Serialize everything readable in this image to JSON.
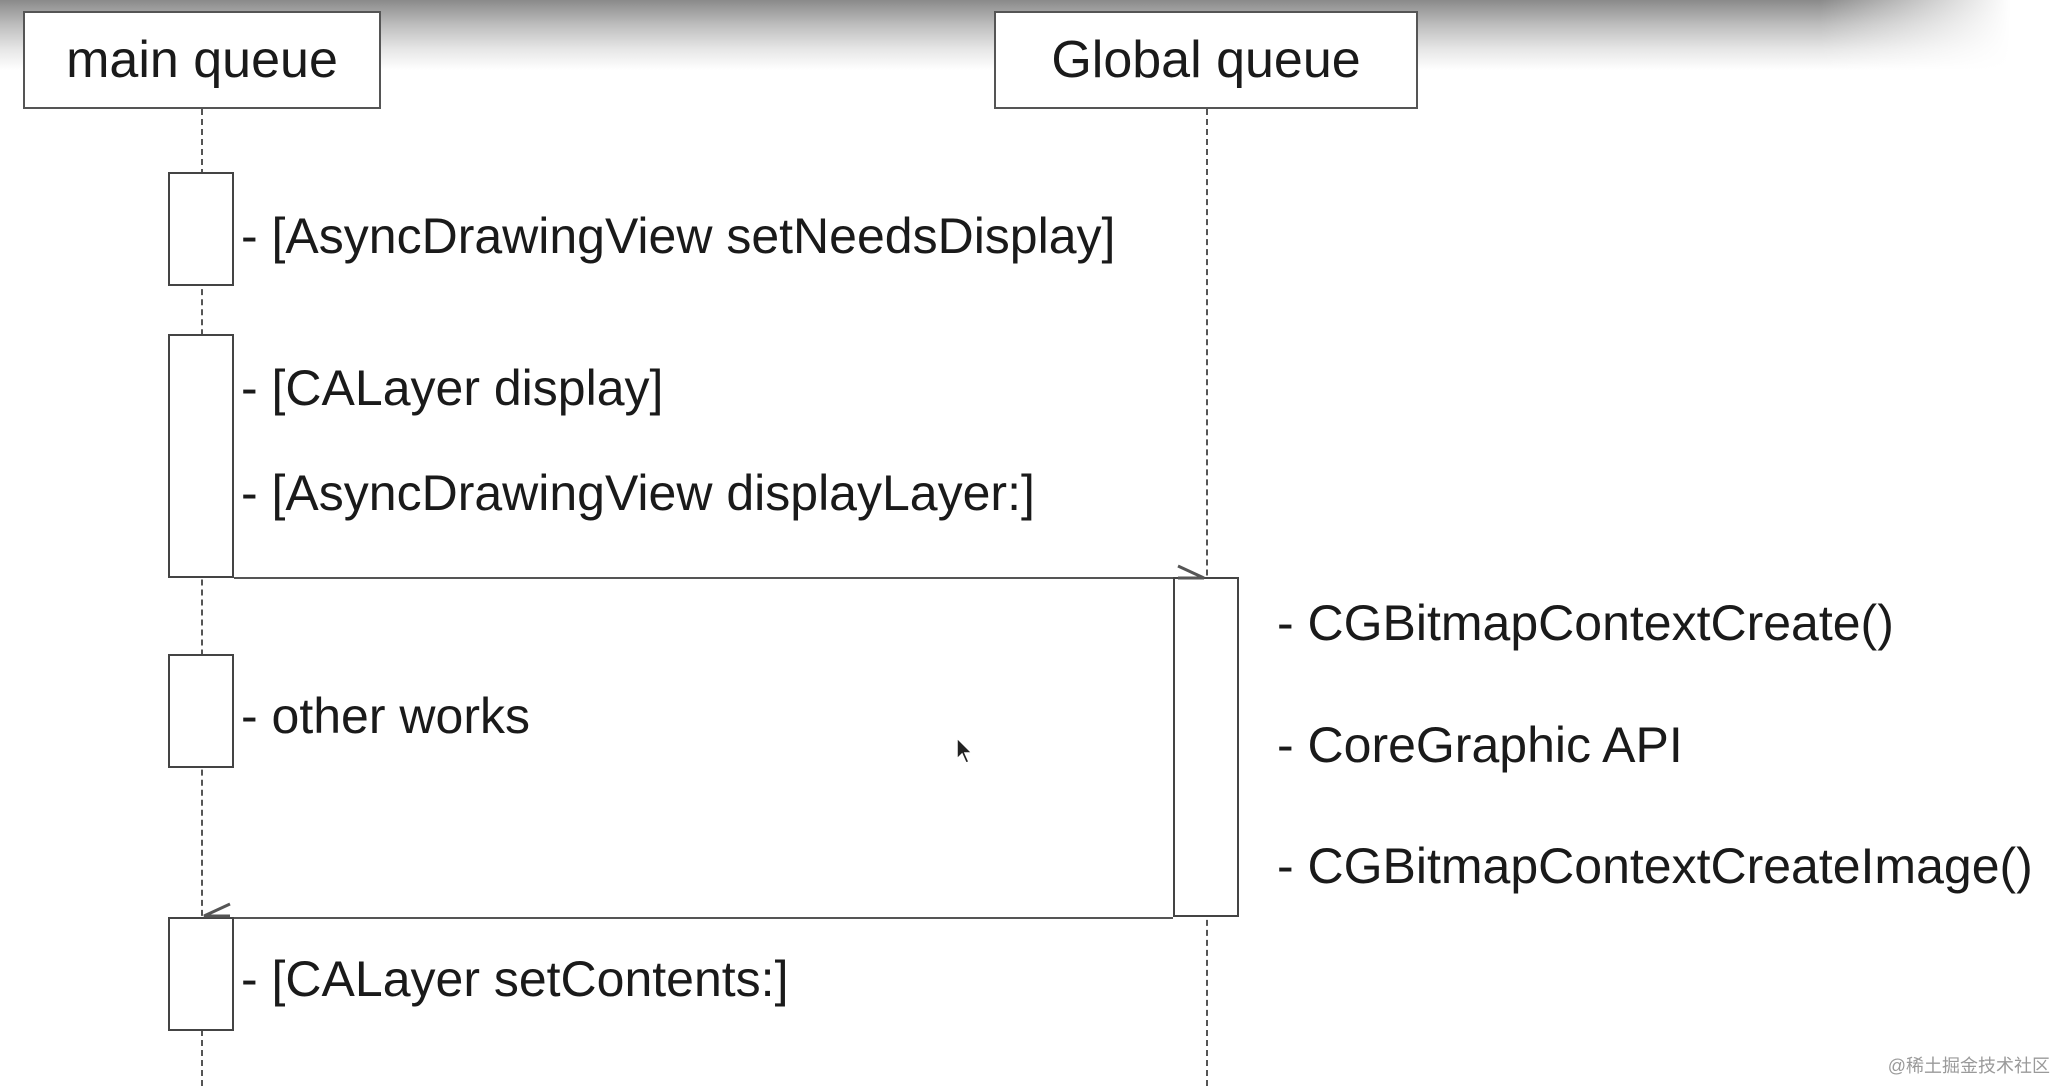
{
  "lifelines": {
    "main": {
      "title": "main queue"
    },
    "global": {
      "title": "Global queue"
    }
  },
  "main_messages": {
    "set_needs_display": "- [AsyncDrawingView setNeedsDisplay]",
    "calayer_display": "- [CALayer display]",
    "display_layer": "- [AsyncDrawingView displayLayer:]",
    "other_works": "- other works",
    "set_contents": "- [CALayer setContents:]"
  },
  "global_messages": {
    "bitmap_create": "- CGBitmapContextCreate()",
    "core_graphic": "- CoreGraphic API",
    "bitmap_create_image": "- CGBitmapContextCreateImage()"
  },
  "watermark": "@稀土掘金技术社区",
  "colors": {
    "line": "#555555",
    "text": "#1a1a1a",
    "background": "#ffffff"
  }
}
